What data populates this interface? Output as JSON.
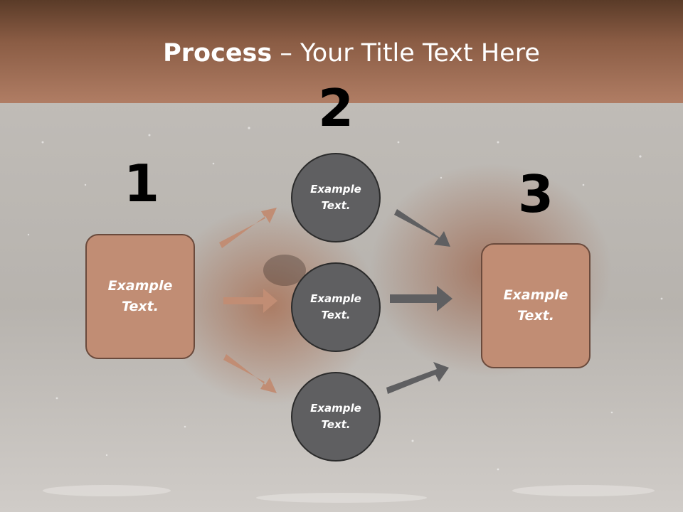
{
  "title": {
    "bold": "Process",
    "rest": " – Your Title Text Here"
  },
  "steps": {
    "one": "1",
    "two": "2",
    "three": "3"
  },
  "left_box": {
    "text": "Example\nText."
  },
  "right_box": {
    "text": "Example\nText."
  },
  "circles": [
    {
      "text": "Example\nText."
    },
    {
      "text": "Example\nText."
    },
    {
      "text": "Example\nText."
    }
  ],
  "colors": {
    "header_dark": "#5a3b28",
    "header_light": "#b07d64",
    "box_fill": "#c18d74",
    "circle_fill": "#5f5f61",
    "arrow_left": "#c18d74",
    "arrow_right": "#5f5f61"
  }
}
